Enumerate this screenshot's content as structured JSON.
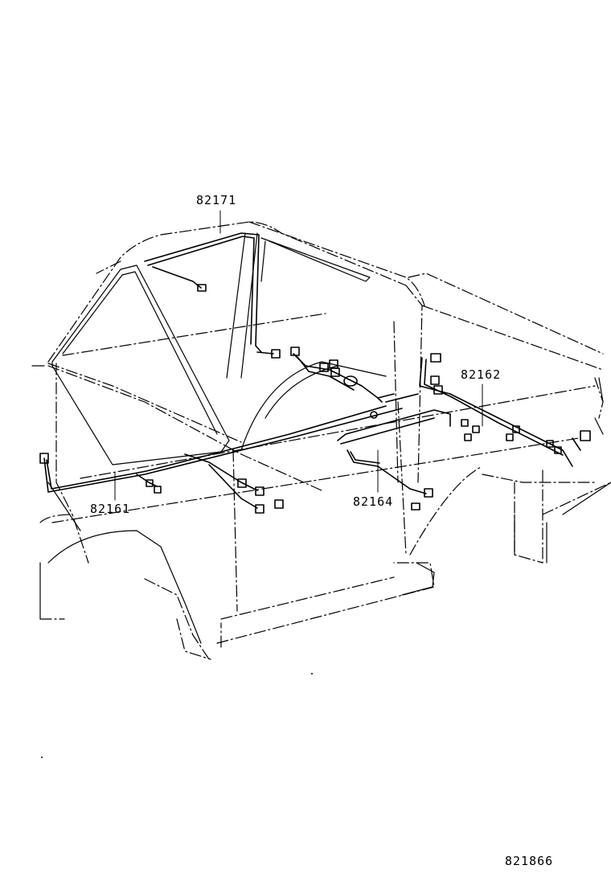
{
  "labels": {
    "part_82171": "82171",
    "part_82162": "82162",
    "part_82161": "82161",
    "part_82164": "82164",
    "figure_number": "821866"
  },
  "colors": {
    "ink": "#000000",
    "background": "#ffffff"
  }
}
